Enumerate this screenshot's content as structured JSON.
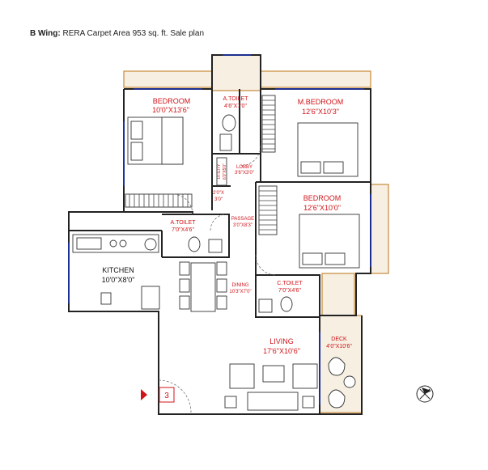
{
  "caption": {
    "prefix": "B Wing:",
    "text": "RERA Carpet Area 953 sq. ft. Sale plan"
  },
  "rooms": {
    "bedroom1": {
      "name": "BEDROOM",
      "size": "10'0\"X13'6\""
    },
    "atoilet1": {
      "name": "A.TOILET",
      "size": "4'6\"X7'0\""
    },
    "mbedroom": {
      "name": "M.BEDROOM",
      "size": "12'6\"X10'3\""
    },
    "utility": {
      "name": "UTILITY",
      "size": "6'0\"X5'0\""
    },
    "lobby": {
      "name": "LOBBY",
      "size": "3'6\"X3'0\""
    },
    "nook": {
      "size_a": "2'0\"X",
      "size_b": "3'0\""
    },
    "bedroom2": {
      "name": "BEDROOM",
      "size": "12'6\"X10'0\""
    },
    "atoilet2": {
      "name": "A.TOILET",
      "size": "7'0\"X4'6\""
    },
    "passage": {
      "name": "PASSAGE",
      "size": "3'0\"X8'3\""
    },
    "kitchen": {
      "name": "KITCHEN",
      "size": "10'0\"X8'0\""
    },
    "dining": {
      "name": "DINING",
      "size": "10'3\"X7'0\""
    },
    "ctoilet": {
      "name": "C.TOILET",
      "size": "7'0\"X4'6\""
    },
    "living": {
      "name": "LIVING",
      "size": "17'6\"X10'6\""
    },
    "deck": {
      "name": "DECK",
      "size": "4'0\"X10'6\""
    }
  },
  "entrance": {
    "number": "3"
  },
  "compass": {
    "icon": "compass-north-icon"
  },
  "colors": {
    "room_label": "#d0151a",
    "kitchen_label": "#111111",
    "window": "#1a33b5",
    "balcony": "#c98a3a",
    "entrance_marker": "#d0151a",
    "wall": "#222222"
  }
}
